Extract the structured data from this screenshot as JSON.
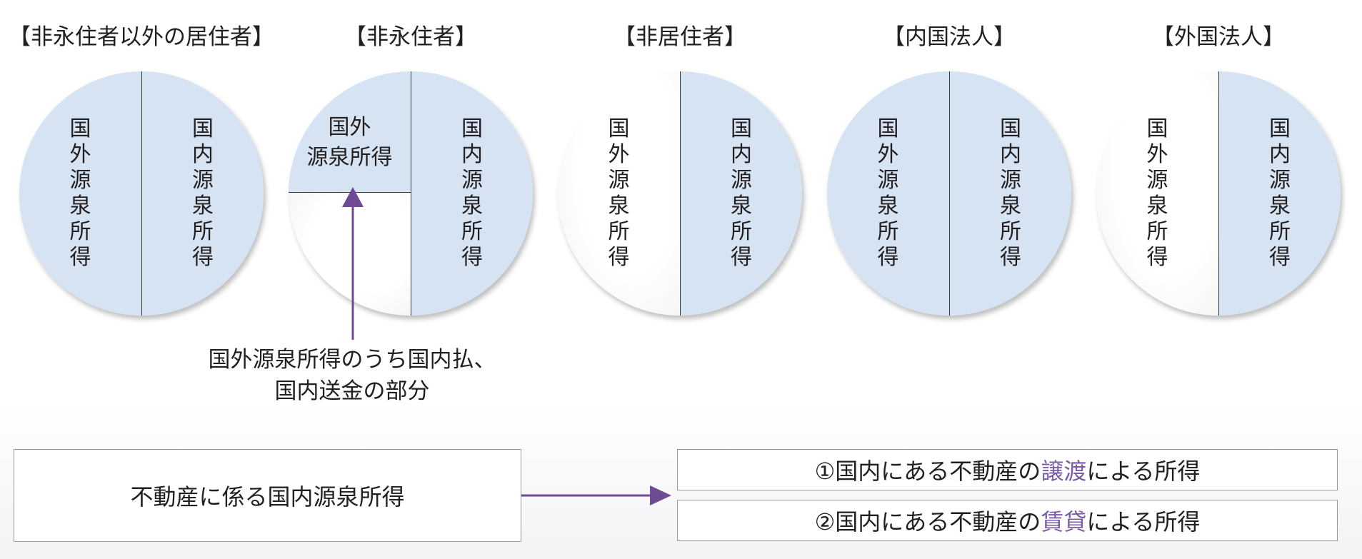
{
  "headings": [
    "【非永住者以外の居住者】",
    "【非永住者】",
    "【非居住者】",
    "【内国法人】",
    "【外国法人】"
  ],
  "labels": {
    "foreign_income": "国外源泉所得",
    "foreign_income_wrapped": "国外\n源泉所得",
    "domestic_income": "国内源泉所得"
  },
  "note": "国外源泉所得のうち国内払、\n国内送金の部分",
  "left_box": "不動産に係る国内源泉所得",
  "right_boxes": [
    {
      "prefix": "①国内にある不動産の",
      "highlight": "譲渡",
      "suffix": "による所得"
    },
    {
      "prefix": "②国内にある不動産の",
      "highlight": "賃貸",
      "suffix": "による所得"
    }
  ],
  "colors": {
    "circle_fill": "#d6e3f2",
    "arrow": "#6f4b93",
    "highlight_text": "#7b5aa6"
  }
}
